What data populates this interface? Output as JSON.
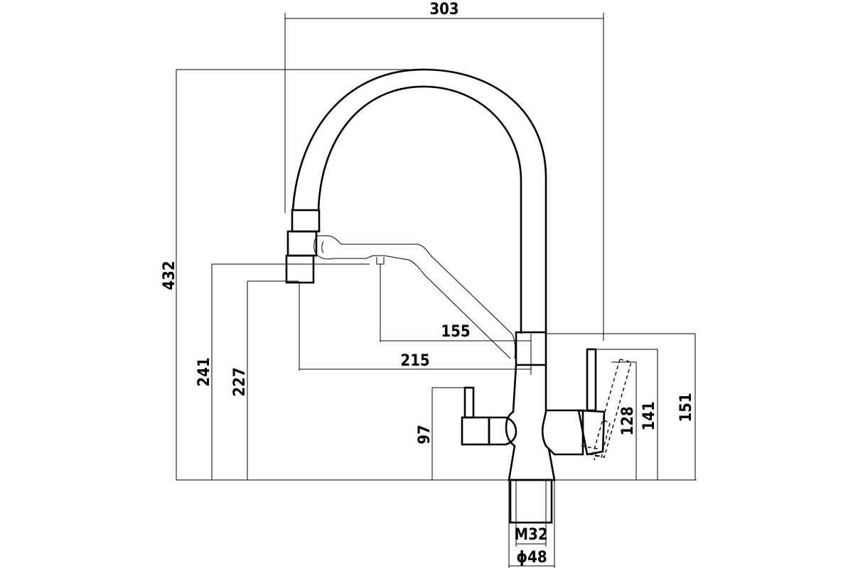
{
  "dimensions": {
    "total_width": "303",
    "total_height": "432",
    "spout_height_outer": "241",
    "spout_height_inner": "227",
    "reach_inner": "155",
    "reach_outer": "215",
    "filter_lever_height": "97",
    "lever_height_128": "128",
    "lever_height_141": "141",
    "lever_height_151": "151",
    "thread": "M32",
    "base_diameter": "ϕ48"
  }
}
